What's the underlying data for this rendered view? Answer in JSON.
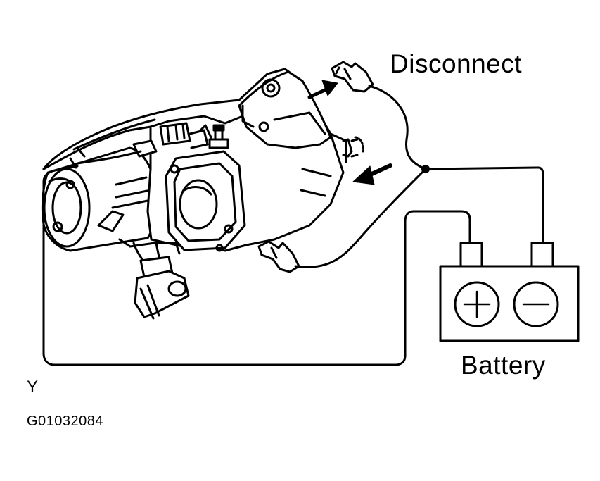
{
  "labels": {
    "disconnect": "Disconnect",
    "battery": "Battery",
    "view_code": "Y",
    "figure_id": "G01032084"
  },
  "battery": {
    "positive_symbol": "+",
    "negative_symbol": "−"
  },
  "colors": {
    "line": "#000000",
    "background": "#ffffff"
  }
}
